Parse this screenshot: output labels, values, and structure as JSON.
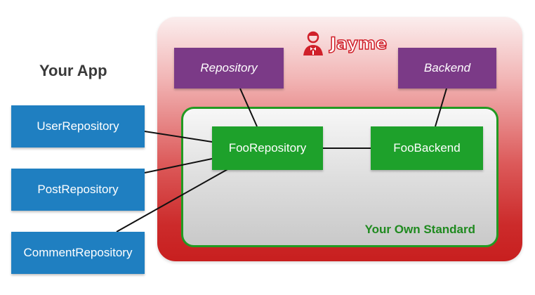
{
  "app_title": "Your App",
  "jayme": {
    "logo_text": "Jayme",
    "repository_label": "Repository",
    "backend_label": "Backend"
  },
  "standard": {
    "label": "Your Own Standard",
    "foo_repository": "FooRepository",
    "foo_backend": "FooBackend"
  },
  "app_repositories": [
    "UserRepository",
    "PostRepository",
    "CommentRepository"
  ],
  "colors": {
    "purple": "#7b3a87",
    "green": "#1ea12b",
    "blue": "#1f7fc1",
    "red": "#c81f1f"
  }
}
